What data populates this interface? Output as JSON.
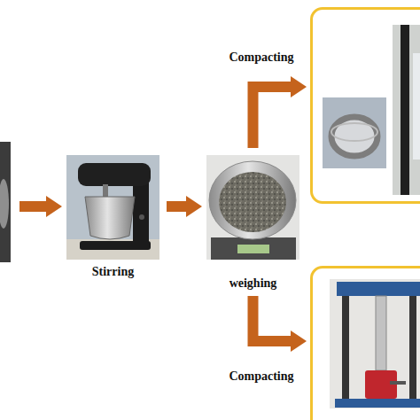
{
  "diagram": {
    "nodes": [
      {
        "text": [
          "Stirring"
        ]
      },
      {
        "text": [
          "weighing"
        ]
      },
      {
        "text": [
          "Compacting"
        ]
      },
      {
        "text": [
          "Compacting"
        ]
      }
    ],
    "edges": [
      {
        "from": 0,
        "to": 1,
        "arrow": "to"
      },
      {
        "from": 1,
        "to": 2,
        "arrow": "to"
      },
      {
        "from": 1,
        "to": 3,
        "arrow": "to"
      }
    ]
  }
}
